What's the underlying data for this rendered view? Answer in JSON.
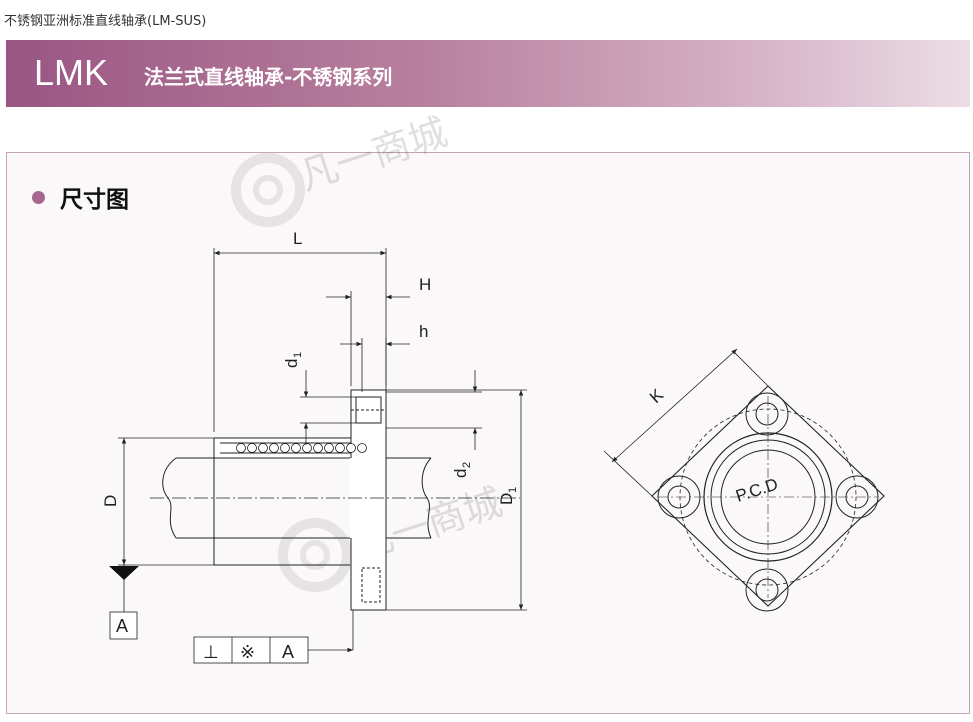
{
  "header": {
    "breadcrumb": "不锈钢亚洲标准直线轴承(LM-SUS)",
    "code": "LMK",
    "title": "法兰式直线轴承-不锈钢系列",
    "accent_color": "#9a5583"
  },
  "section": {
    "title": "尺寸图",
    "bullet_color": "#a7668e"
  },
  "drawing": {
    "labels": {
      "L": "L",
      "H": "H",
      "h": "h",
      "d1": "d",
      "d1_sub": "1",
      "d2": "d",
      "d2_sub": "2",
      "D": "D",
      "D1": "D",
      "D1_sub": "1",
      "K": "K",
      "pcd": "P.C.D",
      "datum": "A"
    },
    "tolerance_frame": [
      "⊥",
      "※",
      "A"
    ]
  },
  "watermark": {
    "text": "凡一商城"
  }
}
